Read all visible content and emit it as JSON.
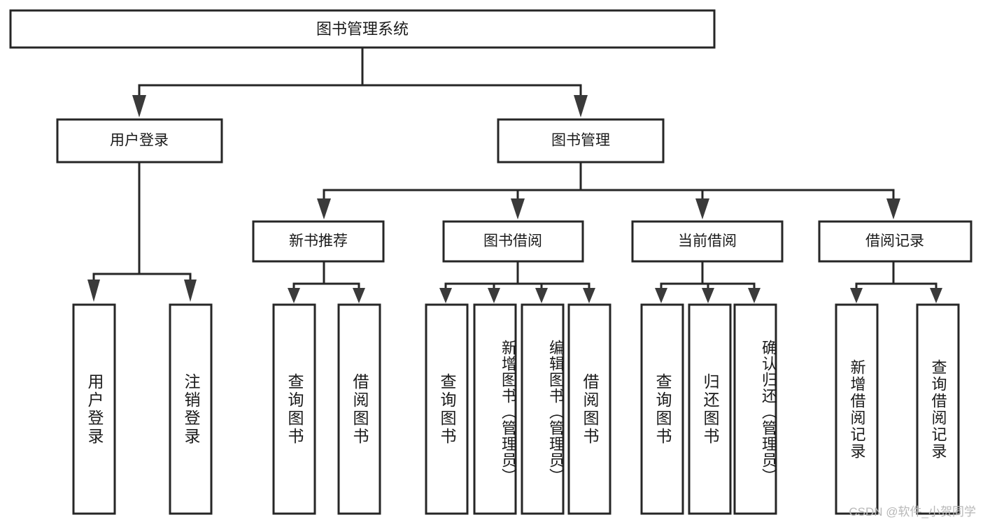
{
  "diagram": {
    "title": "图书管理系统",
    "type": "tree",
    "orientation": "top-down",
    "colors": {
      "box_fill": "#ffffff",
      "box_stroke": "#262626",
      "line": "#262626",
      "arrow": "#3a3a3a",
      "text": "#1a1a1a",
      "watermark": "#b8b8b8",
      "background": "#ffffff"
    },
    "root": {
      "id": "root",
      "label": "图书管理系统"
    },
    "level2": [
      {
        "id": "user-login",
        "label": "用户登录"
      },
      {
        "id": "book-manage",
        "label": "图书管理"
      }
    ],
    "level3": [
      {
        "id": "new-book-recommend",
        "label": "新书推荐",
        "parent": "book-manage"
      },
      {
        "id": "book-borrow",
        "label": "图书借阅",
        "parent": "book-manage"
      },
      {
        "id": "current-borrow",
        "label": "当前借阅",
        "parent": "book-manage"
      },
      {
        "id": "borrow-record",
        "label": "借阅记录",
        "parent": "book-manage"
      }
    ],
    "leaves": [
      {
        "id": "leaf-user-login",
        "label": "用户登录",
        "parent": "user-login"
      },
      {
        "id": "leaf-user-logout",
        "label": "注销登录",
        "parent": "user-login"
      },
      {
        "id": "leaf-query-book-1",
        "label": "查询图书",
        "parent": "new-book-recommend"
      },
      {
        "id": "leaf-borrow-book-1",
        "label": "借阅图书",
        "parent": "new-book-recommend"
      },
      {
        "id": "leaf-query-book-2",
        "label": "查询图书",
        "parent": "book-borrow"
      },
      {
        "id": "leaf-add-book",
        "label": "新增图书（管理员）",
        "parent": "book-borrow"
      },
      {
        "id": "leaf-edit-book",
        "label": "编辑图书（管理员）",
        "parent": "book-borrow"
      },
      {
        "id": "leaf-borrow-book-2",
        "label": "借阅图书",
        "parent": "book-borrow"
      },
      {
        "id": "leaf-query-book-3",
        "label": "查询图书",
        "parent": "current-borrow"
      },
      {
        "id": "leaf-return-book",
        "label": "归还图书",
        "parent": "current-borrow"
      },
      {
        "id": "leaf-confirm-return",
        "label": "确认归还（管理员）",
        "parent": "current-borrow"
      },
      {
        "id": "leaf-add-record",
        "label": "新增借阅记录",
        "parent": "borrow-record"
      },
      {
        "id": "leaf-query-record",
        "label": "查询借阅记录",
        "parent": "borrow-record"
      }
    ],
    "watermark": "CSDN @软件_小贺同学"
  }
}
